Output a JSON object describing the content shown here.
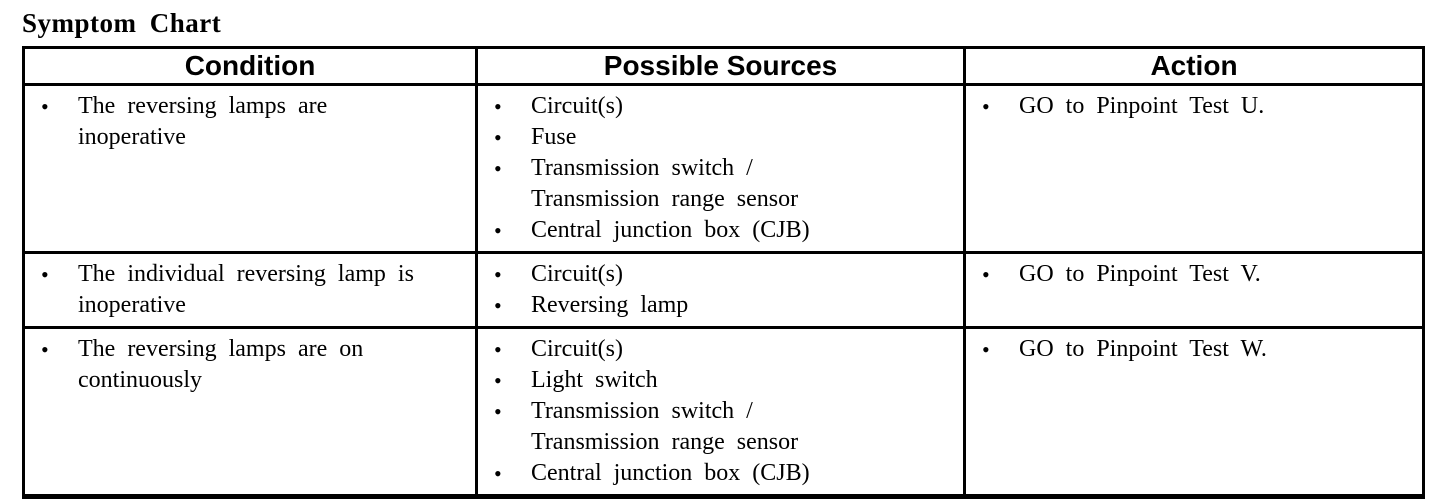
{
  "page": {
    "title": "Symptom Chart"
  },
  "bullet": "•",
  "colors": {
    "text": "#000000",
    "border": "#000000",
    "background": "#ffffff"
  },
  "table": {
    "headers": [
      "Condition",
      "Possible Sources",
      "Action"
    ],
    "rows": [
      {
        "condition": [
          "The reversing lamps are inoperative"
        ],
        "sources": [
          "Circuit(s)",
          "Fuse",
          "Transmission switch / Transmission range sensor",
          "Central junction box (CJB)"
        ],
        "action": [
          "GO to Pinpoint Test U."
        ]
      },
      {
        "condition": [
          "The individual reversing lamp is inoperative"
        ],
        "sources": [
          "Circuit(s)",
          "Reversing lamp"
        ],
        "action": [
          "GO to Pinpoint Test V."
        ]
      },
      {
        "condition": [
          "The reversing lamps are on continuously"
        ],
        "sources": [
          "Circuit(s)",
          "Light switch",
          "Transmission switch / Transmission range sensor",
          "Central junction box (CJB)"
        ],
        "action": [
          "GO to Pinpoint Test W."
        ]
      }
    ]
  }
}
